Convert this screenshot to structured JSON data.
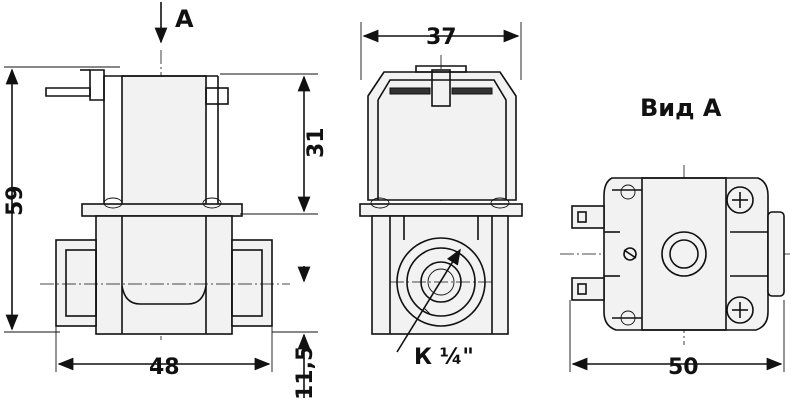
{
  "view_arrow_label": "А",
  "view_title": "Вид А",
  "dimensions": {
    "height_total": "59",
    "coil_height": "31",
    "port_offset": "11,5",
    "width_front": "48",
    "width_side": "37",
    "width_bottom": "50",
    "thread": "К ¼\""
  }
}
